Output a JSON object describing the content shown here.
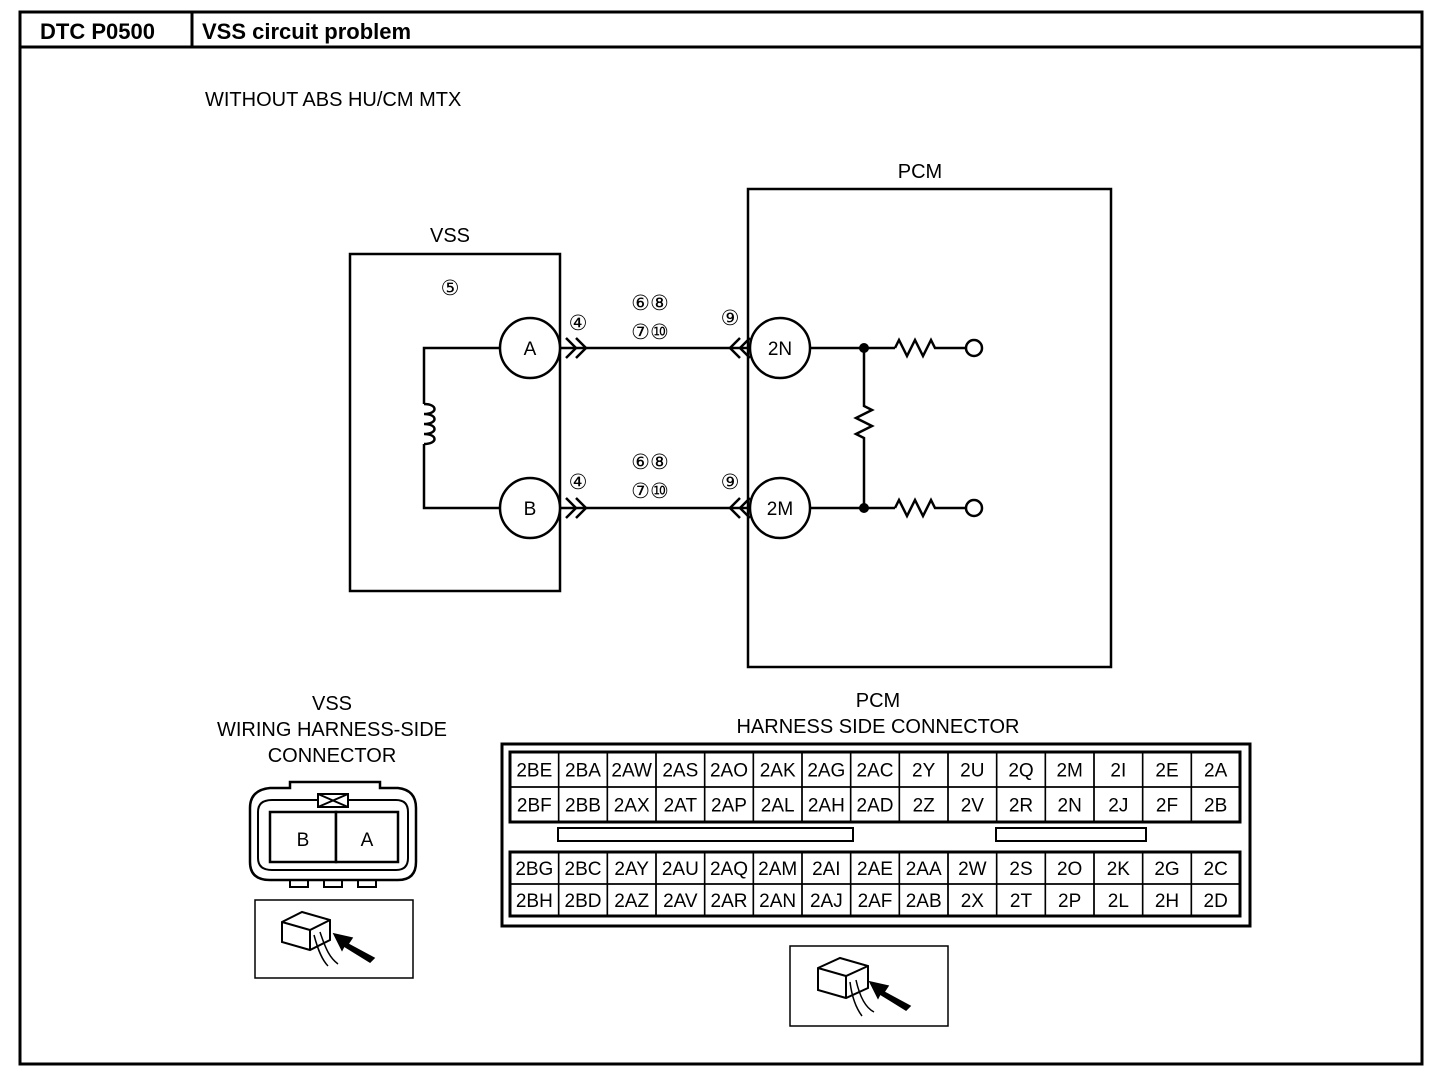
{
  "header": {
    "code": "DTC P0500",
    "title": "VSS circuit problem"
  },
  "variant_label": "WITHOUT ABS HU/CM MTX",
  "schematic": {
    "vss_label": "VSS",
    "pcm_label": "PCM",
    "vss_step": "⑤",
    "pins": {
      "a": "A",
      "b": "B",
      "pcm_top": "2N",
      "pcm_bottom": "2M"
    },
    "wire_top": {
      "vss_step": "④",
      "steps_row1": "⑥⑧",
      "steps_row2": "⑦⑩",
      "pcm_step": "⑨"
    },
    "wire_bottom": {
      "vss_step": "④",
      "steps_row1": "⑥⑧",
      "steps_row2": "⑦⑩",
      "pcm_step": "⑨"
    }
  },
  "vss_connector": {
    "title_lines": [
      "VSS",
      "WIRING HARNESS-SIDE",
      "CONNECTOR"
    ],
    "terminals": [
      "B",
      "A"
    ]
  },
  "pcm_connector": {
    "title_lines": [
      "PCM",
      "HARNESS SIDE CONNECTOR"
    ],
    "upper_rows": [
      [
        "2BE",
        "2BA",
        "2AW",
        "2AS",
        "2AO",
        "2AK",
        "2AG",
        "2AC",
        "2Y",
        "2U",
        "2Q",
        "2M",
        "2I",
        "2E",
        "2A"
      ],
      [
        "2BF",
        "2BB",
        "2AX",
        "2AT",
        "2AP",
        "2AL",
        "2AH",
        "2AD",
        "2Z",
        "2V",
        "2R",
        "2N",
        "2J",
        "2F",
        "2B"
      ]
    ],
    "lower_rows": [
      [
        "2BG",
        "2BC",
        "2AY",
        "2AU",
        "2AQ",
        "2AM",
        "2AI",
        "2AE",
        "2AA",
        "2W",
        "2S",
        "2O",
        "2K",
        "2G",
        "2C"
      ],
      [
        "2BH",
        "2BD",
        "2AZ",
        "2AV",
        "2AR",
        "2AN",
        "2AJ",
        "2AF",
        "2AB",
        "2X",
        "2T",
        "2P",
        "2L",
        "2H",
        "2D"
      ]
    ]
  }
}
